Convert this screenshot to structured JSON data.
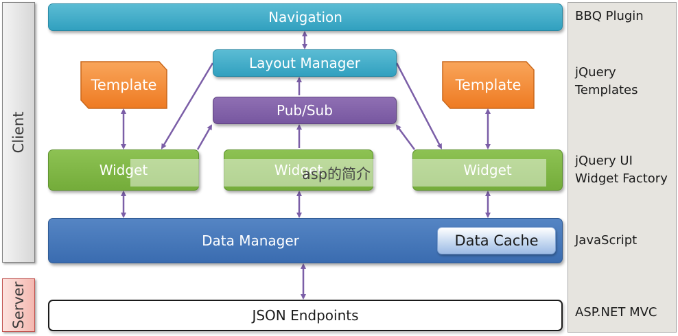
{
  "side_labels": {
    "client": "Client",
    "server": "Server"
  },
  "boxes": {
    "navigation": "Navigation",
    "layout_manager": "Layout Manager",
    "pub_sub": "Pub/Sub",
    "widget_left": "Widget",
    "widget_mid": "Widget",
    "widget_right": "Widget",
    "data_manager": "Data Manager",
    "data_cache": "Data Cache",
    "json_endpoints": "JSON Endpoints",
    "template_left": "Template",
    "template_right": "Template"
  },
  "technologies": {
    "bbq": "BBQ Plugin",
    "jquery_templates_1": "jQuery",
    "jquery_templates_2": "Templates",
    "widget_factory_1": "jQuery UI",
    "widget_factory_2": "Widget Factory",
    "javascript": "JavaScript",
    "aspnet": "ASP.NET MVC"
  },
  "overlay_caption": "asp的简介",
  "colors": {
    "nav_blue": "#31a0bf",
    "pubsub_purple": "#7757a0",
    "widget_green": "#74ac3a",
    "data_blue": "#3a6cb0",
    "template_orange": "#f38a38",
    "arrow_purple": "#7b5ea7"
  }
}
